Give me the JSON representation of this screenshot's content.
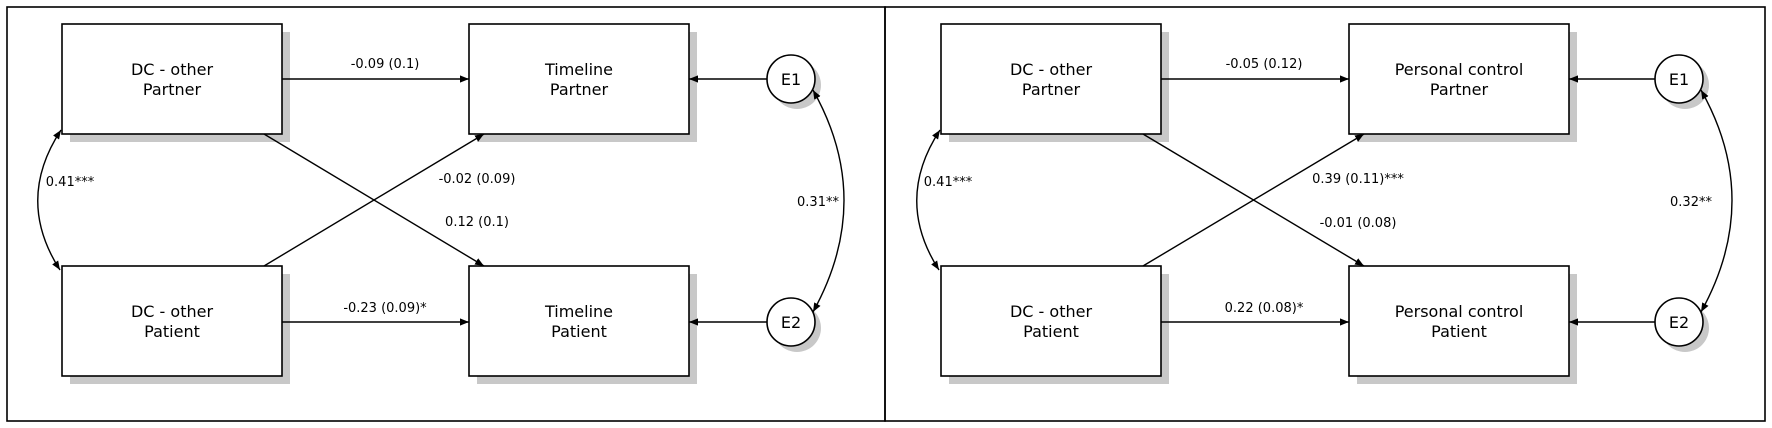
{
  "panels": [
    {
      "nodes": {
        "x_partner": [
          "DC - other",
          "Partner"
        ],
        "x_patient": [
          "DC - other",
          "Patient"
        ],
        "y_partner": [
          "Timeline",
          "Partner"
        ],
        "y_patient": [
          "Timeline",
          "Patient"
        ],
        "e1": "E1",
        "e2": "E2"
      },
      "edges": {
        "partner_to_partner": "-0.09 (0.1)",
        "patient_to_partner": "-0.02 (0.09)",
        "partner_to_patient": "0.12 (0.1)",
        "patient_to_patient": "-0.23 (0.09)*",
        "x_covariance": "0.41***",
        "e_covariance": "0.31**"
      }
    },
    {
      "nodes": {
        "x_partner": [
          "DC - other",
          "Partner"
        ],
        "x_patient": [
          "DC - other",
          "Patient"
        ],
        "y_partner": [
          "Personal control",
          "Partner"
        ],
        "y_patient": [
          "Personal control",
          "Patient"
        ],
        "e1": "E1",
        "e2": "E2"
      },
      "edges": {
        "partner_to_partner": "-0.05 (0.12)",
        "patient_to_partner": "0.39 (0.11)***",
        "partner_to_patient": "-0.01 (0.08)",
        "patient_to_patient": "0.22 (0.08)*",
        "x_covariance": "0.41***",
        "e_covariance": "0.32**"
      }
    }
  ]
}
